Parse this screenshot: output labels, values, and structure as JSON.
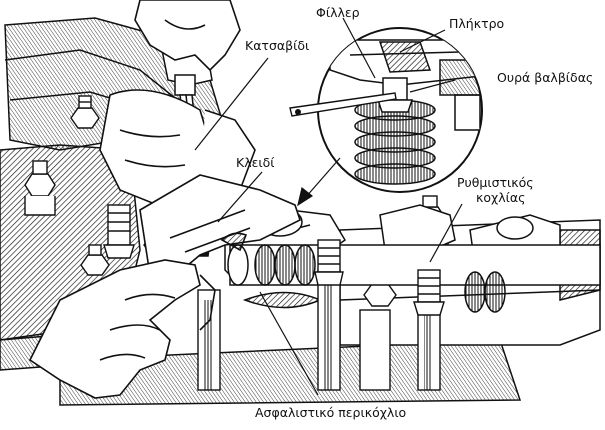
{
  "labels": {
    "screwdriver": "Κατσαβίδι",
    "feeler": "Φίλλερ",
    "rocker_arm": "Πλήκτρο",
    "valve_stem_tip": "Ουρά βαλβίδας",
    "wrench": "Κλειδί",
    "adjusting_screw_line1": "Ρυθμιστικός",
    "adjusting_screw_line2": "κοχλίας",
    "lock_nut": "Ασφαλιστικό περικόχλιο"
  },
  "colors": {
    "ink": "#111111",
    "paper": "#ffffff"
  }
}
